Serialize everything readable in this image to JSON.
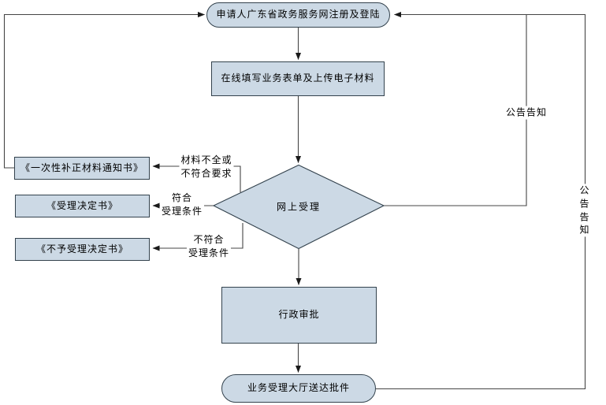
{
  "colors": {
    "node_fill": "#ccd9e5",
    "node_border": "#33424d",
    "connector": "#454545",
    "arrow": "#1a1a1a",
    "text": "#000000",
    "background": "#ffffff"
  },
  "nodes": {
    "start": {
      "label": "申请人广东省政务服务网注册及登陆",
      "shape": "stadium"
    },
    "form": {
      "label": "在线填写业务表单及上传电子材料",
      "shape": "rect"
    },
    "decision": {
      "label": "网上受理",
      "shape": "diamond"
    },
    "notice": {
      "label": "《一次性补正材料通知书》",
      "shape": "rect"
    },
    "accept": {
      "label": "《受理决定书》",
      "shape": "rect"
    },
    "reject": {
      "label": "《不予受理决定书》",
      "shape": "rect"
    },
    "approval": {
      "label": "行政审批",
      "shape": "rect"
    },
    "finish": {
      "label": "业务受理大厅送达批件",
      "shape": "stadium"
    }
  },
  "edge_labels": {
    "incomplete": "材料不全或\n不符合要求",
    "qualified": "符合\n受理条件",
    "unqualified": "不符合\n受理条件",
    "announce_inner": "公告告知",
    "announce_outer": "公告告知"
  }
}
